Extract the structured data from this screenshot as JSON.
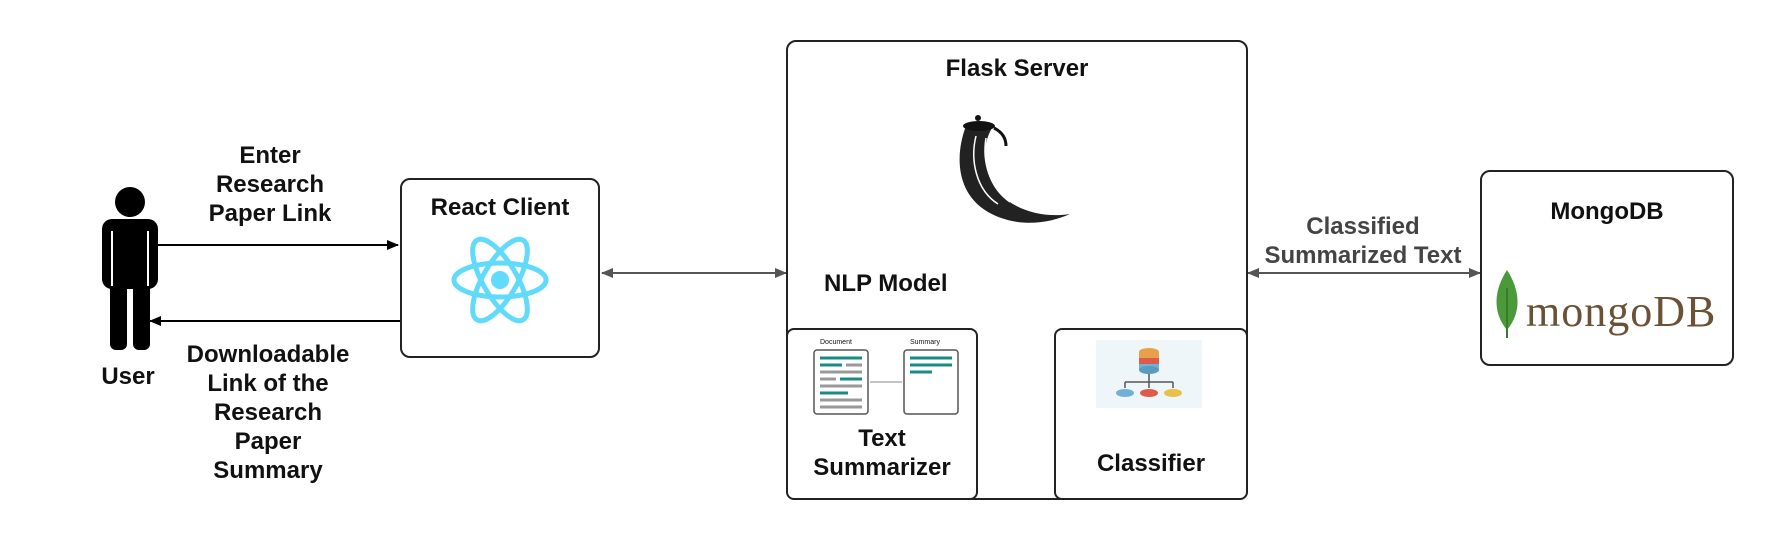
{
  "user": {
    "label": "User"
  },
  "arrows": {
    "enter_link": [
      "Enter",
      "Research",
      "Paper Link"
    ],
    "download_link": [
      "Downloadable",
      "Link of the",
      "Research",
      "Paper",
      "Summary"
    ],
    "mongo_link": [
      "Classified",
      "Summarized Text"
    ]
  },
  "react": {
    "title": "React Client",
    "icon": "react-atom-icon",
    "color": "#61dafb"
  },
  "flask": {
    "title": "Flask Server",
    "icon": "flask-horn-icon",
    "nlp_label": "NLP Model",
    "summarizer": {
      "label_line1": "Text",
      "label_line2": "Summarizer",
      "doc_caption": "Document",
      "sum_caption": "Summary",
      "accent": "#1a8a85"
    },
    "classifier": {
      "label": "Classifier",
      "icon": "database-tree-icon"
    }
  },
  "mongodb": {
    "title": "MongoDB",
    "logo_text": "mongoDB",
    "leaf_color": "#4a9a3a",
    "text_color": "#6b5236"
  }
}
